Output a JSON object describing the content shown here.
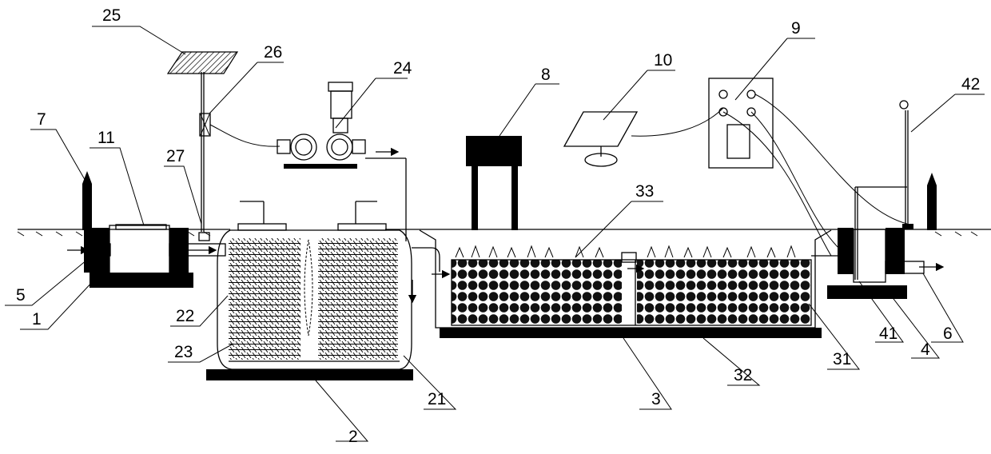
{
  "labels": {
    "l1": "1",
    "l2": "2",
    "l3": "3",
    "l4": "4",
    "l5": "5",
    "l6": "6",
    "l7": "7",
    "l8": "8",
    "l9": "9",
    "l10": "10",
    "l11": "11",
    "l21": "21",
    "l22": "22",
    "l23": "23",
    "l24": "24",
    "l25": "25",
    "l26": "26",
    "l27": "27",
    "l31": "31",
    "l32": "32",
    "l33": "33",
    "l41": "41",
    "l42": "42"
  },
  "colors": {
    "line": "#000000",
    "background": "#ffffff"
  }
}
